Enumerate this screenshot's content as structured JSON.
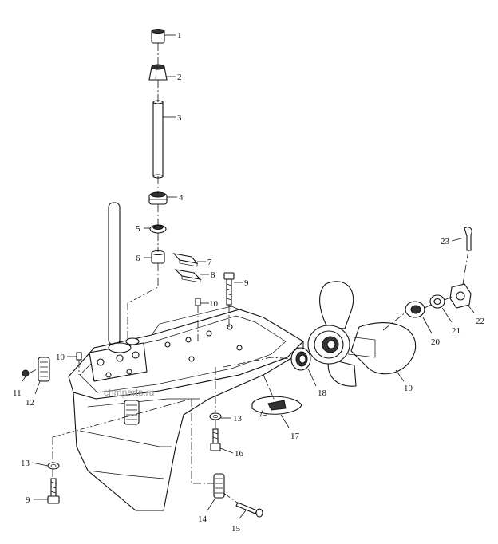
{
  "watermark": "chmparts.ru",
  "callouts": {
    "c1": "1",
    "c2": "2",
    "c3": "3",
    "c4": "4",
    "c5": "5",
    "c6": "6",
    "c7": "7",
    "c8": "8",
    "c9a": "9",
    "c9b": "9",
    "c10a": "10",
    "c10b": "10",
    "c11": "11",
    "c12": "12",
    "c13a": "13",
    "c13b": "13",
    "c14": "14",
    "c15": "15",
    "c16": "16",
    "c17": "17",
    "c18": "18",
    "c19": "19",
    "c20": "20",
    "c21": "21",
    "c22": "22",
    "c23": "23"
  }
}
